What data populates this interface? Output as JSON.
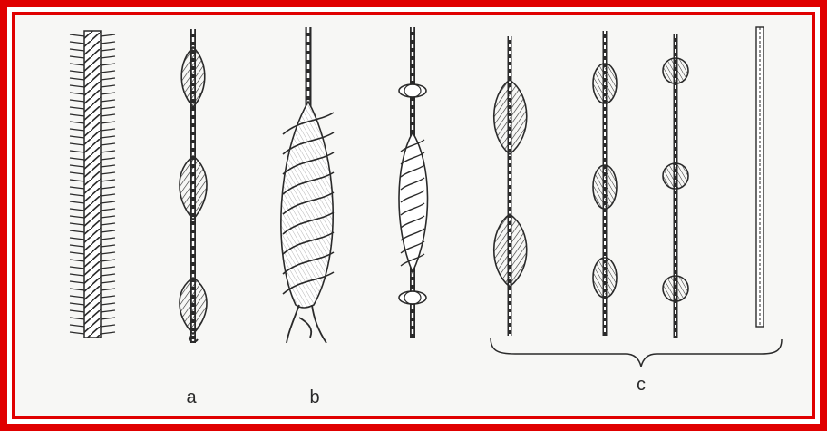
{
  "frame": {
    "border_color": "#e00000",
    "background": "#f7f7f5",
    "ink": "#2a2a2a"
  },
  "labels": {
    "a": "a",
    "b": "b",
    "c": "c"
  }
}
